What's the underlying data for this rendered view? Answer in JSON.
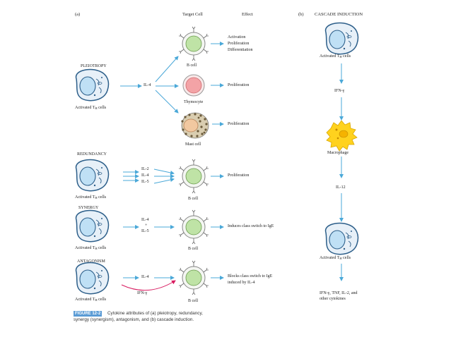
{
  "panel_a_label": "(a)",
  "panel_b_label": "(b)",
  "col_target": "Target Cell",
  "col_effect": "Effect",
  "cascade_title": "CASCADE INDUCTION",
  "pleiotropy": {
    "title": "PLEIOTROPY",
    "cell_label": "Activated T",
    "cell_sub": "H",
    "cell_suffix": " cells",
    "cytokine": "IL-4",
    "targets": [
      {
        "label": "B cell",
        "effect_lines": [
          "Activation",
          "Proliferation",
          "Differentiation"
        ]
      },
      {
        "label": "Thymocyte",
        "effect_lines": [
          "Proliferation"
        ]
      },
      {
        "label": "Mast cell",
        "effect_lines": [
          "Proliferation"
        ]
      }
    ]
  },
  "redundancy": {
    "title": "REDUNDANCY",
    "cytokines": [
      "IL-2",
      "IL-4",
      "IL-5"
    ],
    "target": "B cell",
    "effect": "Proliferation"
  },
  "synergy": {
    "title": "SYNERGY",
    "cytokine_top": "IL-4",
    "plus": "+",
    "cytokine_bottom": "IL-5",
    "target": "B cell",
    "effect": "Induces class switch to IgE"
  },
  "antagonism": {
    "title": "ANTAGONISM",
    "cytokine": "IL-4",
    "blocker": "IFN-γ",
    "target": "B cell",
    "effect_lines": [
      "Blocks class switch to IgE",
      "induced by IL-4"
    ]
  },
  "cascade": {
    "cell1": "Activated T",
    "cytokine1": "IFN-γ",
    "macrophage": "Macrophage",
    "cytokine2": "IL-12",
    "cell2": "Activated T",
    "final_lines": [
      "IFN-γ, TNF, IL-2, and",
      "other cytokines"
    ]
  },
  "caption": {
    "tag": "FIGURE 12-2",
    "line1": "Cytokine attributes of (a) pleiotropy, redundancy,",
    "line2": "synergy (synergism), antagonism, and (b) cascade induction."
  },
  "colors": {
    "arrow": "#4aa8d8",
    "th_cell": "#2d5f8a",
    "nucleus": "#bfe0f5",
    "b_cell_fill": "#bfe3a6",
    "thymocyte": "#f3a3a6",
    "mast_granule": "#6b5a3a",
    "macrophage": "#ffd21e",
    "antagonism_arrow": "#d81b60"
  }
}
